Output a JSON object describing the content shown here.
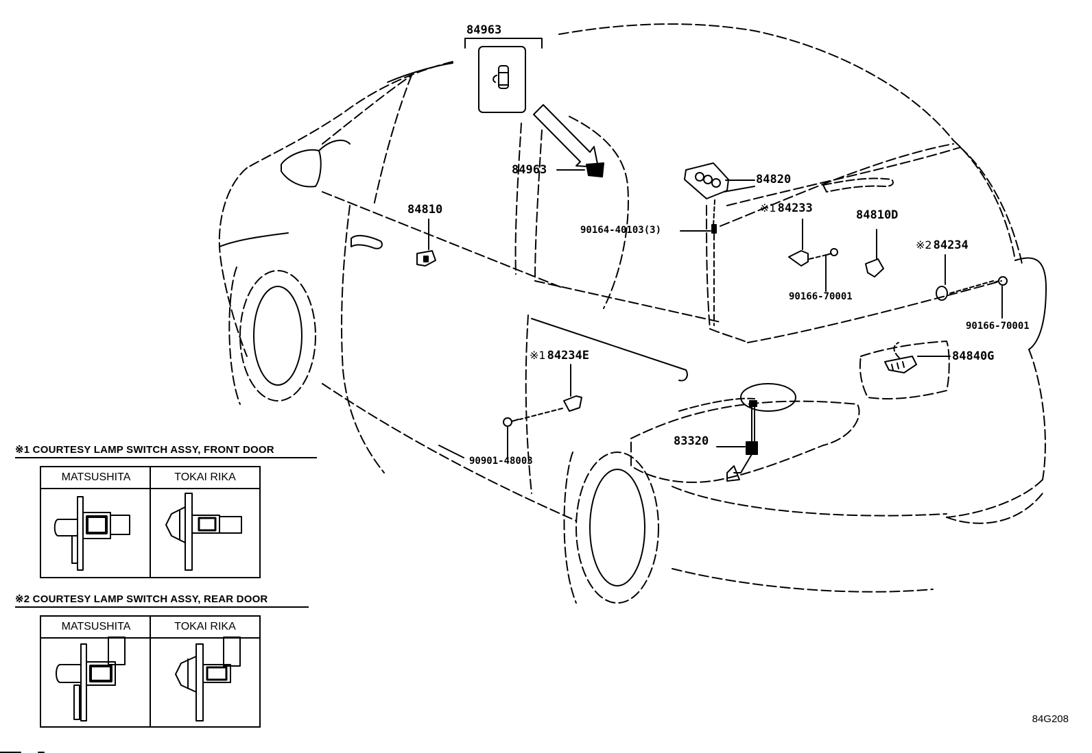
{
  "diagram": {
    "type": "exploded parts diagram",
    "subject": "Vehicle rear/side view - courtesy lamp switches and interior lamps",
    "callouts": [
      {
        "id": "84963-top",
        "part_number": "84963",
        "mark": ""
      },
      {
        "id": "84963",
        "part_number": "84963",
        "mark": ""
      },
      {
        "id": "84820",
        "part_number": "84820",
        "mark": ""
      },
      {
        "id": "84810",
        "part_number": "84810",
        "mark": ""
      },
      {
        "id": "90164-40103",
        "part_number": "90164-40103(3)",
        "mark": ""
      },
      {
        "id": "84233",
        "part_number": "84233",
        "mark": "※1"
      },
      {
        "id": "84810D",
        "part_number": "84810D",
        "mark": ""
      },
      {
        "id": "84234",
        "part_number": "84234",
        "mark": "※2"
      },
      {
        "id": "90166-70001-a",
        "part_number": "90166-70001",
        "mark": ""
      },
      {
        "id": "90166-70001-b",
        "part_number": "90166-70001",
        "mark": ""
      },
      {
        "id": "84840G",
        "part_number": "84840G",
        "mark": ""
      },
      {
        "id": "84234E",
        "part_number": "84234E",
        "mark": "※1"
      },
      {
        "id": "83320",
        "part_number": "83320",
        "mark": ""
      },
      {
        "id": "90901-48003",
        "part_number": "90901-48003",
        "mark": ""
      }
    ],
    "legends": [
      {
        "title": "※1 COURTESY LAMP SWITCH ASSY, FRONT DOOR",
        "columns": [
          "MATSUSHITA",
          "TOKAI RIKA"
        ]
      },
      {
        "title": "※2 COURTESY LAMP SWITCH ASSY, REAR DOOR",
        "columns": [
          "MATSUSHITA",
          "TOKAI RIKA"
        ]
      }
    ],
    "figure_code": "84G208"
  }
}
